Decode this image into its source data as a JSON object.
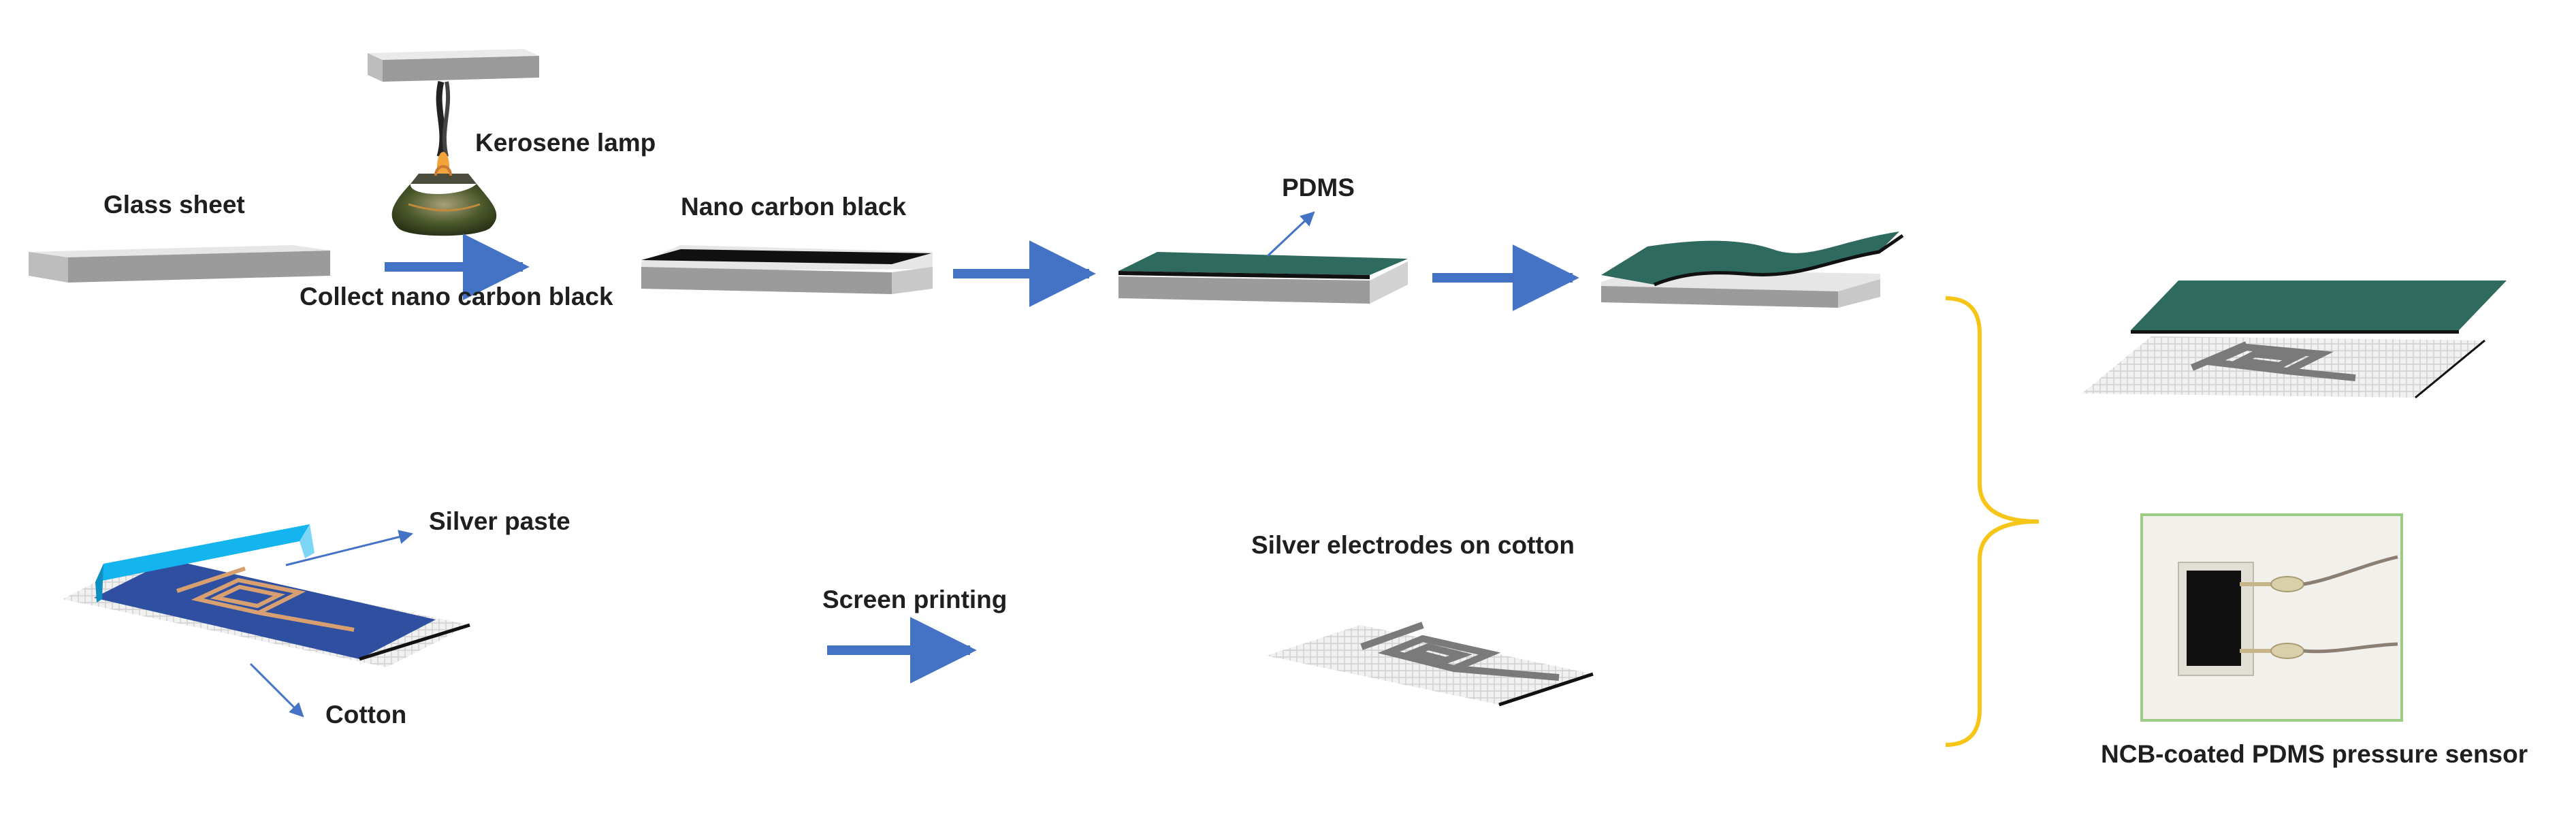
{
  "labels": {
    "glass_sheet": "Glass sheet",
    "kerosene_lamp": "Kerosene lamp",
    "collect": "Collect nano carbon black",
    "nano_carbon_black": "Nano carbon black",
    "pdms": "PDMS",
    "silver_paste": "Silver paste",
    "cotton": "Cotton",
    "screen_printing": "Screen printing",
    "silver_electrodes": "Silver electrodes on cotton",
    "sensor": "NCB-coated PDMS pressure sensor"
  },
  "colors": {
    "arrow": "#4472C4",
    "brace": "#F5C518",
    "pdms": "#2E6A5E",
    "carbon": "#111111",
    "glass_top": "#E6E6E6",
    "glass_side": "#9B9B9B",
    "squeegee": "#14B4EE",
    "screen": "#2F4FA0",
    "electrode": "#7A7A7A",
    "photo_frame": "#9BCB84"
  },
  "icons": [
    "kerosene-lamp-icon",
    "squeegee-icon",
    "electrode-pattern-icon",
    "sensor-photo"
  ]
}
